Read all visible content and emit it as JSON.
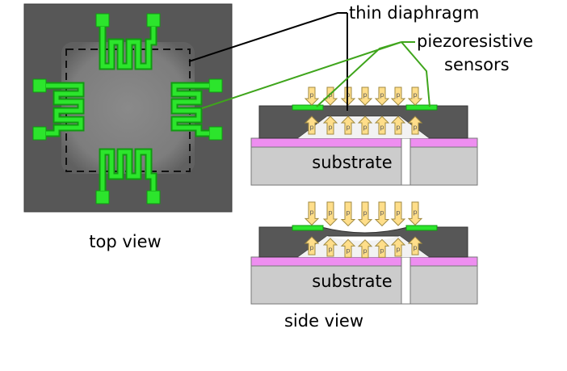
{
  "labels": {
    "thin_diaphragm": "thin diaphragm",
    "piezo_line1": "piezoresistive",
    "piezo_line2": "sensors",
    "top_view": "top view",
    "side_view": "side view",
    "substrate_top": "substrate",
    "substrate_bottom": "substrate",
    "pressure_symbol": "p"
  },
  "colors": {
    "chip_dark": "#575757",
    "diaphragm_gray": "#8f8f8f",
    "sensor_green": "#2ce52c",
    "sensor_outline": "#119911",
    "leader_green": "#3fa51c",
    "substrate_gray": "#cccccc",
    "bond_layer_pink": "#ee8ef0",
    "cavity_light": "#f2f2f2",
    "arrow_fill": "#ffde8a",
    "arrow_stroke": "#a08a40"
  },
  "pressure": {
    "top_arrow_count": 7,
    "bottom_arrow_count": 7,
    "lower_top_arrow_count": 7,
    "lower_bottom_arrow_count": 7
  }
}
